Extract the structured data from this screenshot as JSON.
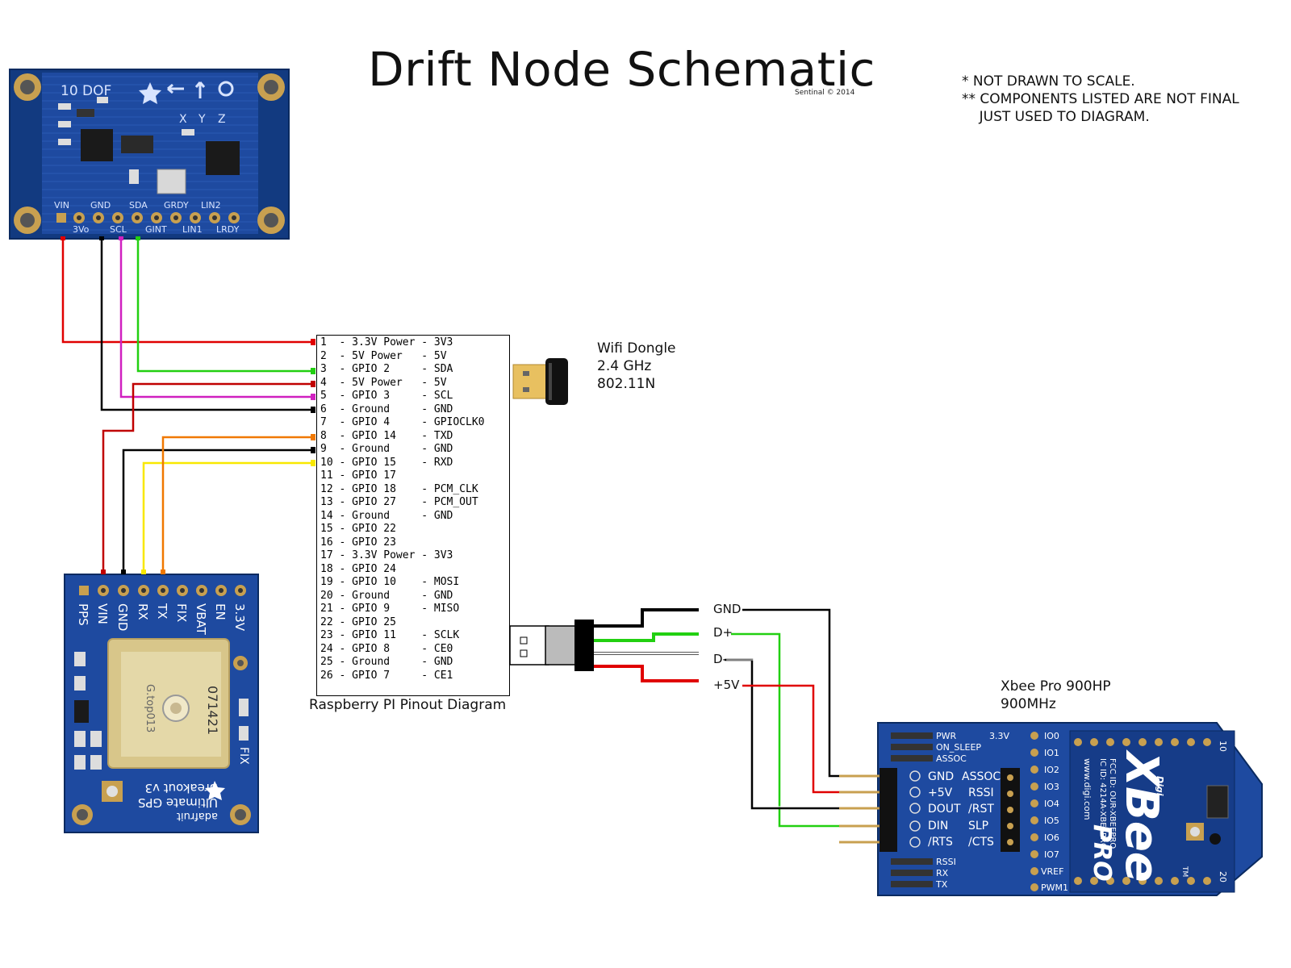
{
  "title": "Drift Node Schematic",
  "credit": "Sentinal © 2014",
  "notes": [
    "* NOT DRAWN TO SCALE.",
    "** COMPONENTS LISTED ARE NOT FINAL",
    "    JUST USED TO DIAGRAM."
  ],
  "pinout": {
    "caption": "Raspberry PI Pinout Diagram",
    "rows": [
      "1  - 3.3V Power - 3V3",
      "2  - 5V Power   - 5V",
      "3  - GPIO 2     - SDA",
      "4  - 5V Power   - 5V",
      "5  - GPIO 3     - SCL",
      "6  - Ground     - GND",
      "7  - GPIO 4     - GPIOCLK0",
      "8  - GPIO 14    - TXD",
      "9  - Ground     - GND",
      "10 - GPIO 15    - RXD",
      "11 - GPIO 17",
      "12 - GPIO 18    - PCM_CLK",
      "13 - GPIO 27    - PCM_OUT",
      "14 - Ground     - GND",
      "15 - GPIO 22",
      "16 - GPIO 23",
      "17 - 3.3V Power - 3V3",
      "18 - GPIO 24",
      "19 - GPIO 10    - MOSI",
      "20 - Ground     - GND",
      "21 - GPIO 9     - MISO",
      "22 - GPIO 25",
      "23 - GPIO 11    - SCLK",
      "24 - GPIO 8     - CE0",
      "25 - Ground     - GND",
      "26 - GPIO 7     - CE1"
    ]
  },
  "wifi": {
    "lines": [
      "Wifi Dongle",
      "2.4 GHz",
      "802.11N"
    ]
  },
  "xbee": {
    "lines": [
      "Xbee Pro 900HP",
      "900MHz"
    ],
    "left_labels": [
      "PWR",
      "ON_SLEEP",
      "ASSOC"
    ],
    "left_bottom_labels": [
      "RSSI",
      "RX",
      "TX"
    ],
    "header_labels": [
      "GND",
      "+5V",
      "DOUT",
      "DIN",
      "/RTS"
    ],
    "header_labels_right": [
      "ASSOC",
      "RSSI",
      "/RST",
      "SLP",
      "/CTS"
    ],
    "io_labels": [
      "3.3V",
      "IO0",
      "IO1",
      "IO2",
      "IO3",
      "IO4",
      "IO5",
      "IO6",
      "IO7",
      "VREF",
      "PWM1"
    ],
    "module_text": [
      "Digi",
      "XBee",
      "PRO",
      "FCC ID: OUR-XBEEPRO",
      "IC ID: 4214A-XBEEPRO",
      "www.digi.com",
      "10",
      "20",
      "TM"
    ]
  },
  "usb": {
    "labels": [
      "GND",
      "D+",
      "D-",
      "+5V"
    ]
  },
  "imu": {
    "title": "10 DOF",
    "axis_labels": [
      "X",
      "Y",
      "Z"
    ],
    "top_labels": [
      "VIN",
      "GND",
      "SDA",
      "GRDY",
      "LIN2"
    ],
    "bottom_labels": [
      "3Vo",
      "SCL",
      "GINT",
      "LIN1",
      "LRDY"
    ]
  },
  "gps": {
    "pin_labels": [
      "PPS",
      "VIN",
      "GND",
      "RX",
      "TX",
      "FIX",
      "VBAT",
      "EN",
      "3.3V"
    ],
    "side_label": "FIX",
    "module_text": [
      "G.top013",
      "071421"
    ],
    "board_text": [
      "adafruit",
      "Ultimate GPS",
      "Breakout v3"
    ]
  },
  "colors": {
    "red": "#e00000",
    "darkred": "#c00000",
    "black": "#000000",
    "magenta": "#d020c0",
    "green": "#22d011",
    "orange": "#f07800",
    "yellow": "#f8e800",
    "board_blue": "#1e4aa0"
  }
}
